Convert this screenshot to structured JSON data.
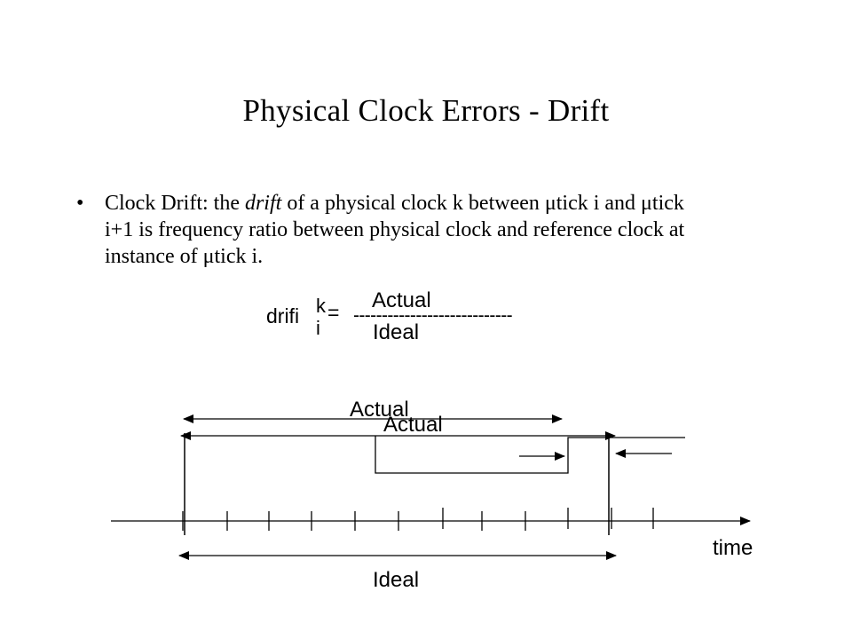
{
  "slide": {
    "title": "Physical Clock Errors - Drift"
  },
  "bullet": {
    "marker": "•",
    "line1_a": "Clock Drift:  the ",
    "line1_em": "drift",
    "line1_b": " of a physical clock k between μtick i and μtick",
    "line2": "i+1 is frequency ratio between physical clock and reference clock at",
    "line3": "instance of μtick i."
  },
  "formula": {
    "lhs": "drifi",
    "superscript": "k",
    "subscript": "i",
    "equals": "=",
    "dashes": "----------------------------",
    "numerator": "Actual",
    "denominator": "Ideal"
  },
  "diagram": {
    "label_actual_top": "Actual",
    "label_actual_second": "Actual",
    "label_time": "time",
    "label_ideal": "Ideal",
    "tick_count": 12
  }
}
